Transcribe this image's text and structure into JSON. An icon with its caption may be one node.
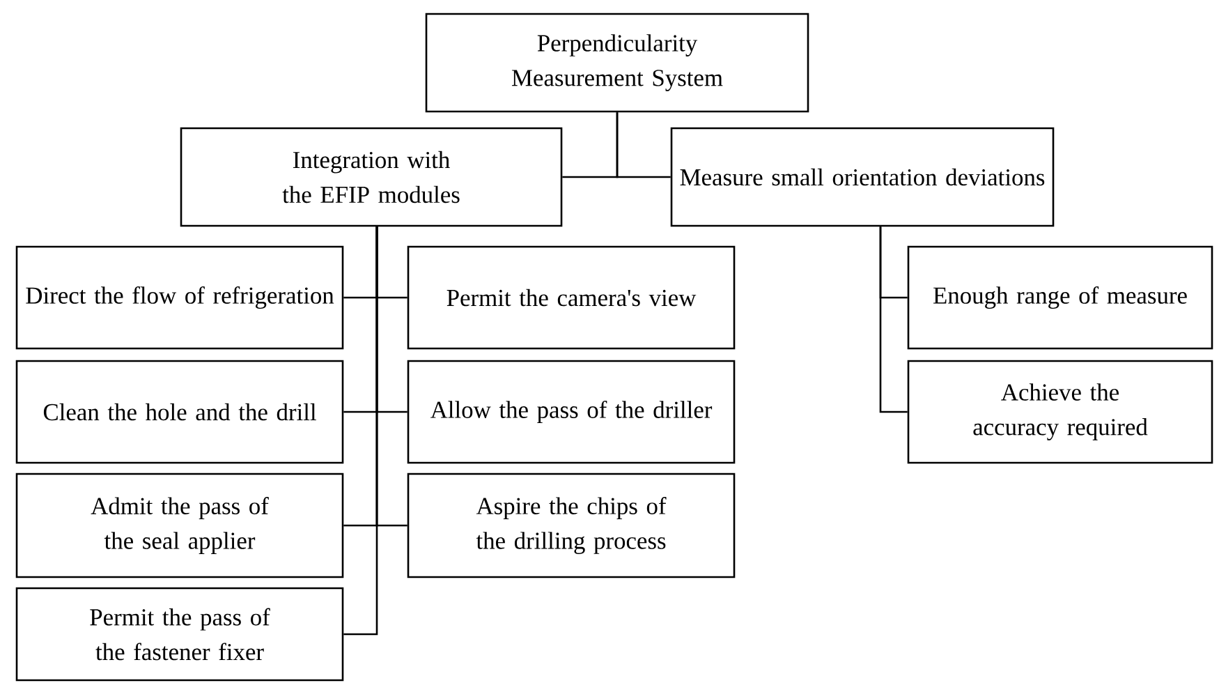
{
  "diagram": {
    "nodes": [
      {
        "text": [
          "Perpendicularity Measurement System"
        ]
      },
      {
        "text": [
          "Integration with the EFIP modules"
        ]
      },
      {
        "text": [
          "Measure small orientation deviations"
        ]
      },
      {
        "text": [
          "Direct the flow of refrigeration"
        ]
      },
      {
        "text": [
          "Permit the camera's view"
        ]
      },
      {
        "text": [
          "Clean the hole and the drill"
        ]
      },
      {
        "text": [
          "Allow the pass of the driller"
        ]
      },
      {
        "text": [
          "Admit the pass of the seal applier"
        ]
      },
      {
        "text": [
          "Aspire the chips of the drilling process"
        ]
      },
      {
        "text": [
          "Permit the pass of the fastener fixer"
        ]
      },
      {
        "text": [
          "Enough range of measure"
        ]
      },
      {
        "text": [
          "Achieve the accuracy required"
        ]
      }
    ],
    "edges": [
      {
        "from": 0,
        "to": 1,
        "arrow": "none"
      },
      {
        "from": 0,
        "to": 2,
        "arrow": "none"
      },
      {
        "from": 1,
        "to": 3,
        "arrow": "none"
      },
      {
        "from": 1,
        "to": 4,
        "arrow": "none"
      },
      {
        "from": 1,
        "to": 5,
        "arrow": "none"
      },
      {
        "from": 1,
        "to": 6,
        "arrow": "none"
      },
      {
        "from": 1,
        "to": 7,
        "arrow": "none"
      },
      {
        "from": 1,
        "to": 8,
        "arrow": "none"
      },
      {
        "from": 1,
        "to": 9,
        "arrow": "none"
      },
      {
        "from": 2,
        "to": 10,
        "arrow": "none"
      },
      {
        "from": 2,
        "to": 11,
        "arrow": "none"
      }
    ]
  }
}
